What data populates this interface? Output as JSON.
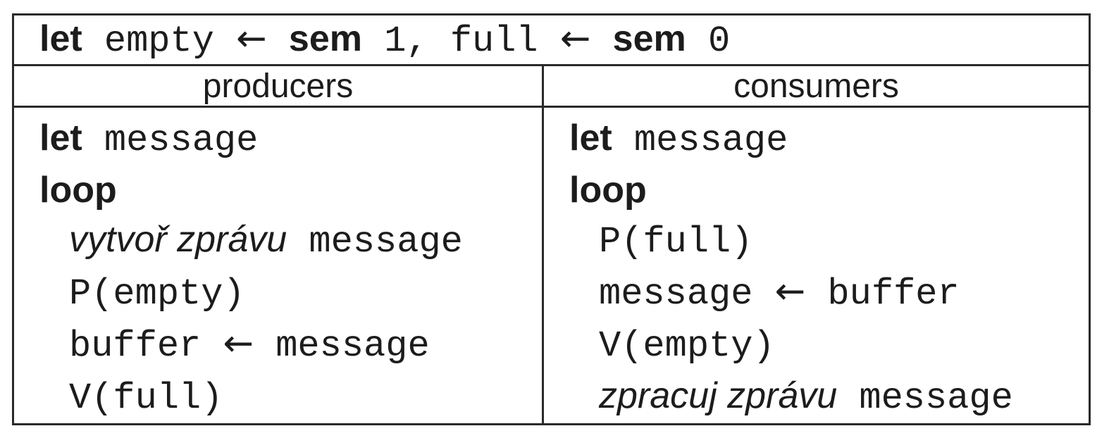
{
  "styles": {
    "background": "#ffffff",
    "text_color": "#1c1c1c",
    "border_color": "#2a2a2a"
  },
  "table": {
    "init": {
      "segments": [
        {
          "t": "let",
          "s": "kw"
        },
        {
          "t": " empty ",
          "s": "tt"
        },
        {
          "t": "←",
          "s": "ar"
        },
        {
          "t": " ",
          "s": "tt"
        },
        {
          "t": "sem",
          "s": "kw"
        },
        {
          "t": " 1, full ",
          "s": "tt"
        },
        {
          "t": "←",
          "s": "ar"
        },
        {
          "t": " ",
          "s": "tt"
        },
        {
          "t": "sem",
          "s": "kw"
        },
        {
          "t": " 0",
          "s": "tt"
        }
      ]
    },
    "columns": {
      "producers": {
        "header": "producers",
        "lines": [
          {
            "indent": 0,
            "segments": [
              {
                "t": "let",
                "s": "kw"
              },
              {
                "t": " message",
                "s": "tt"
              }
            ]
          },
          {
            "indent": 0,
            "segments": [
              {
                "t": "loop",
                "s": "kw"
              }
            ]
          },
          {
            "indent": 1,
            "segments": [
              {
                "t": "vytvoř zprávu",
                "s": "it"
              },
              {
                "t": " message",
                "s": "tt"
              }
            ]
          },
          {
            "indent": 1,
            "segments": [
              {
                "t": "P(empty)",
                "s": "tt"
              }
            ]
          },
          {
            "indent": 1,
            "segments": [
              {
                "t": "buffer ",
                "s": "tt"
              },
              {
                "t": "←",
                "s": "ar"
              },
              {
                "t": " message",
                "s": "tt"
              }
            ]
          },
          {
            "indent": 1,
            "segments": [
              {
                "t": "V(full)",
                "s": "tt"
              }
            ]
          }
        ]
      },
      "consumers": {
        "header": "consumers",
        "lines": [
          {
            "indent": 0,
            "segments": [
              {
                "t": "let",
                "s": "kw"
              },
              {
                "t": " message",
                "s": "tt"
              }
            ]
          },
          {
            "indent": 0,
            "segments": [
              {
                "t": "loop",
                "s": "kw"
              }
            ]
          },
          {
            "indent": 1,
            "segments": [
              {
                "t": "P(full)",
                "s": "tt"
              }
            ]
          },
          {
            "indent": 1,
            "segments": [
              {
                "t": "message ",
                "s": "tt"
              },
              {
                "t": "←",
                "s": "ar"
              },
              {
                "t": " buffer",
                "s": "tt"
              }
            ]
          },
          {
            "indent": 1,
            "segments": [
              {
                "t": "V(empty)",
                "s": "tt"
              }
            ]
          },
          {
            "indent": 1,
            "segments": [
              {
                "t": "zpracuj zprávu",
                "s": "it"
              },
              {
                "t": " message",
                "s": "tt"
              }
            ]
          }
        ]
      }
    }
  }
}
